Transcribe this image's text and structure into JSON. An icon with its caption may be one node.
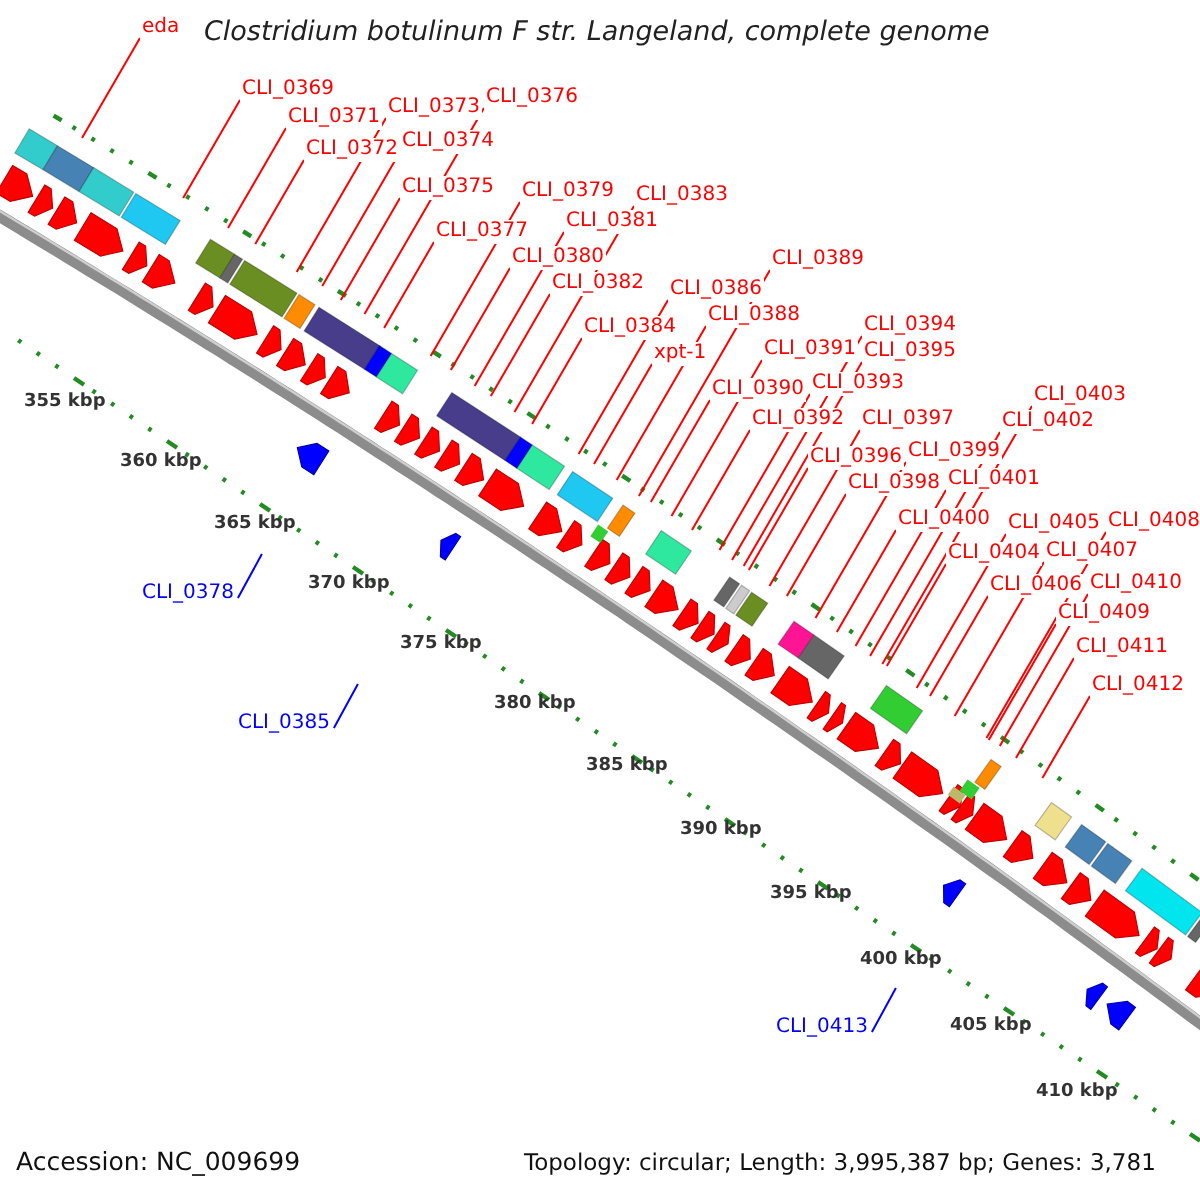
{
  "diagram": {
    "title": "Clostridium botulinum F str. Langeland, complete genome",
    "nodes": [
      {
        "text": [
          "eda"
        ]
      },
      {
        "text": [
          "CLI_0369"
        ]
      },
      {
        "text": [
          "CLI_0376"
        ]
      },
      {
        "text": [
          "CLI_0373"
        ]
      },
      {
        "text": [
          "CLI_0371"
        ]
      },
      {
        "text": [
          "CLI_0374"
        ]
      },
      {
        "text": [
          "CLI_0372"
        ]
      },
      {
        "text": [
          "CLI_0375"
        ]
      },
      {
        "text": [
          "CLI_0379"
        ]
      },
      {
        "text": [
          "CLI_0383"
        ]
      },
      {
        "text": [
          "CLI_0381"
        ]
      },
      {
        "text": [
          "CLI_0377"
        ]
      },
      {
        "text": [
          "CLI_0380"
        ]
      },
      {
        "text": [
          "CLI_0389"
        ]
      },
      {
        "text": [
          "CLI_0382"
        ]
      },
      {
        "text": [
          "CLI_0386"
        ]
      },
      {
        "text": [
          "CLI_0388"
        ]
      },
      {
        "text": [
          "CLI_0384"
        ]
      },
      {
        "text": [
          "CLI_0394"
        ]
      },
      {
        "text": [
          "CLI_0391"
        ]
      },
      {
        "text": [
          "CLI_0395"
        ]
      },
      {
        "text": [
          "xpt-1"
        ]
      },
      {
        "text": [
          "CLI_0393"
        ]
      },
      {
        "text": [
          "CLI_0390"
        ]
      },
      {
        "text": [
          "CLI_0403"
        ]
      },
      {
        "text": [
          "CLI_0392"
        ]
      },
      {
        "text": [
          "CLI_0397"
        ]
      },
      {
        "text": [
          "CLI_0402"
        ]
      },
      {
        "text": [
          "CLI_0399"
        ]
      },
      {
        "text": [
          "CLI_0396"
        ]
      },
      {
        "text": [
          "CLI_0401"
        ]
      },
      {
        "text": [
          "CLI_0398"
        ]
      },
      {
        "text": [
          "CLI_0400"
        ]
      },
      {
        "text": [
          "CLI_0405"
        ]
      },
      {
        "text": [
          "CLI_0408"
        ]
      },
      {
        "text": [
          "CLI_0407"
        ]
      },
      {
        "text": [
          "CLI_0404"
        ]
      },
      {
        "text": [
          "CLI_0410"
        ]
      },
      {
        "text": [
          "CLI_0406"
        ]
      },
      {
        "text": [
          "CLI_0409"
        ]
      },
      {
        "text": [
          "CLI_0411"
        ]
      },
      {
        "text": [
          "CLI_0378"
        ]
      },
      {
        "text": [
          "CLI_0412"
        ]
      },
      {
        "text": [
          "CLI_0385"
        ]
      },
      {
        "text": [
          "CLI_0413"
        ]
      }
    ],
    "edges": [
      {
        "from": 0,
        "to": null,
        "arrow": "none"
      },
      {
        "from": 1,
        "to": null,
        "arrow": "none"
      },
      {
        "from": 2,
        "to": null,
        "arrow": "none"
      },
      {
        "from": 3,
        "to": null,
        "arrow": "none"
      },
      {
        "from": 4,
        "to": null,
        "arrow": "none"
      },
      {
        "from": 5,
        "to": null,
        "arrow": "none"
      },
      {
        "from": 6,
        "to": null,
        "arrow": "none"
      },
      {
        "from": 7,
        "to": null,
        "arrow": "none"
      },
      {
        "from": 8,
        "to": null,
        "arrow": "none"
      },
      {
        "from": 9,
        "to": null,
        "arrow": "none"
      },
      {
        "from": 10,
        "to": null,
        "arrow": "none"
      },
      {
        "from": 11,
        "to": null,
        "arrow": "none"
      },
      {
        "from": 12,
        "to": null,
        "arrow": "none"
      },
      {
        "from": 13,
        "to": null,
        "arrow": "none"
      },
      {
        "from": 14,
        "to": null,
        "arrow": "none"
      },
      {
        "from": 15,
        "to": null,
        "arrow": "none"
      },
      {
        "from": 16,
        "to": null,
        "arrow": "none"
      },
      {
        "from": 17,
        "to": null,
        "arrow": "none"
      },
      {
        "from": 18,
        "to": null,
        "arrow": "none"
      },
      {
        "from": 19,
        "to": null,
        "arrow": "none"
      },
      {
        "from": 20,
        "to": null,
        "arrow": "none"
      },
      {
        "from": 21,
        "to": null,
        "arrow": "none"
      },
      {
        "from": 22,
        "to": null,
        "arrow": "none"
      },
      {
        "from": 23,
        "to": null,
        "arrow": "none"
      },
      {
        "from": 24,
        "to": null,
        "arrow": "none"
      },
      {
        "from": 25,
        "to": null,
        "arrow": "none"
      },
      {
        "from": 26,
        "to": null,
        "arrow": "none"
      },
      {
        "from": 27,
        "to": null,
        "arrow": "none"
      },
      {
        "from": 28,
        "to": null,
        "arrow": "none"
      },
      {
        "from": 29,
        "to": null,
        "arrow": "none"
      },
      {
        "from": 30,
        "to": null,
        "arrow": "none"
      },
      {
        "from": 31,
        "to": null,
        "arrow": "none"
      },
      {
        "from": 32,
        "to": null,
        "arrow": "none"
      },
      {
        "from": 33,
        "to": null,
        "arrow": "none"
      },
      {
        "from": 34,
        "to": null,
        "arrow": "none"
      },
      {
        "from": 35,
        "to": null,
        "arrow": "none"
      },
      {
        "from": 36,
        "to": null,
        "arrow": "none"
      },
      {
        "from": 37,
        "to": null,
        "arrow": "none"
      },
      {
        "from": 38,
        "to": null,
        "arrow": "none"
      },
      {
        "from": 39,
        "to": null,
        "arrow": "none"
      },
      {
        "from": 40,
        "to": null,
        "arrow": "none"
      },
      {
        "from": 41,
        "to": null,
        "arrow": "none",
        "color": "#0000ff"
      },
      {
        "from": 42,
        "to": null,
        "arrow": "none"
      },
      {
        "from": 43,
        "to": null,
        "arrow": "none",
        "color": "#0000ff"
      },
      {
        "from": 44,
        "to": null,
        "arrow": "none",
        "color": "#0000ff"
      }
    ],
    "labels": [
      "355 kbp",
      "360 kbp",
      "365 kbp",
      "370 kbp",
      "375 kbp",
      "380 kbp",
      "385 kbp",
      "390 kbp",
      "395 kbp",
      "400 kbp",
      "405 kbp",
      "410 kbp",
      "Accession: NC_009699",
      "Topology: circular; Length: 3,995,387 bp; Genes: 3,781"
    ]
  }
}
